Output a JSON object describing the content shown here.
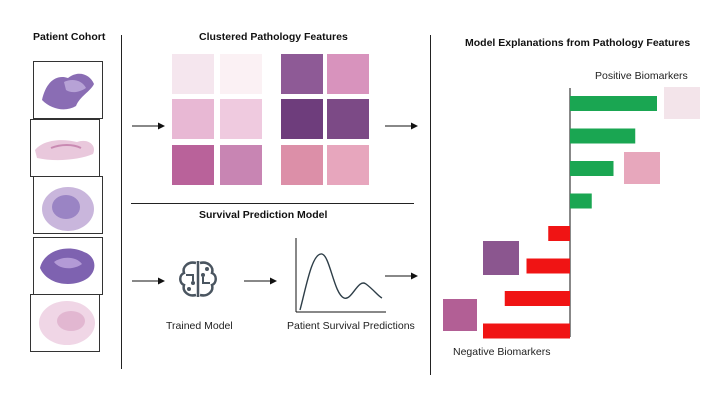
{
  "sections": {
    "cohort_title": "Patient Cohort",
    "clusters_title": "Clustered Pathology Features",
    "survival_title": "Survival Prediction Model",
    "explanations_title": "Model Explanations from Pathology Features"
  },
  "survival": {
    "trained_model_label": "Trained Model",
    "predictions_label": "Patient Survival Predictions"
  },
  "biomarkers": {
    "positive_label": "Positive Biomarkers",
    "negative_label": "Negative Biomarkers",
    "values": [
      1.0,
      0.75,
      0.5,
      0.25,
      -0.25,
      -0.5,
      -0.75,
      -1.0
    ],
    "colors": {
      "positive": "#1aa652",
      "negative": "#f01414"
    }
  },
  "icons": {
    "brain": "brain-circuit-icon",
    "arrow": "right-arrow-icon"
  },
  "colors": {
    "tissue_pink": "#e8a8c8",
    "tissue_purple": "#8a4b8f",
    "tissue_light": "#f2d8e6"
  }
}
